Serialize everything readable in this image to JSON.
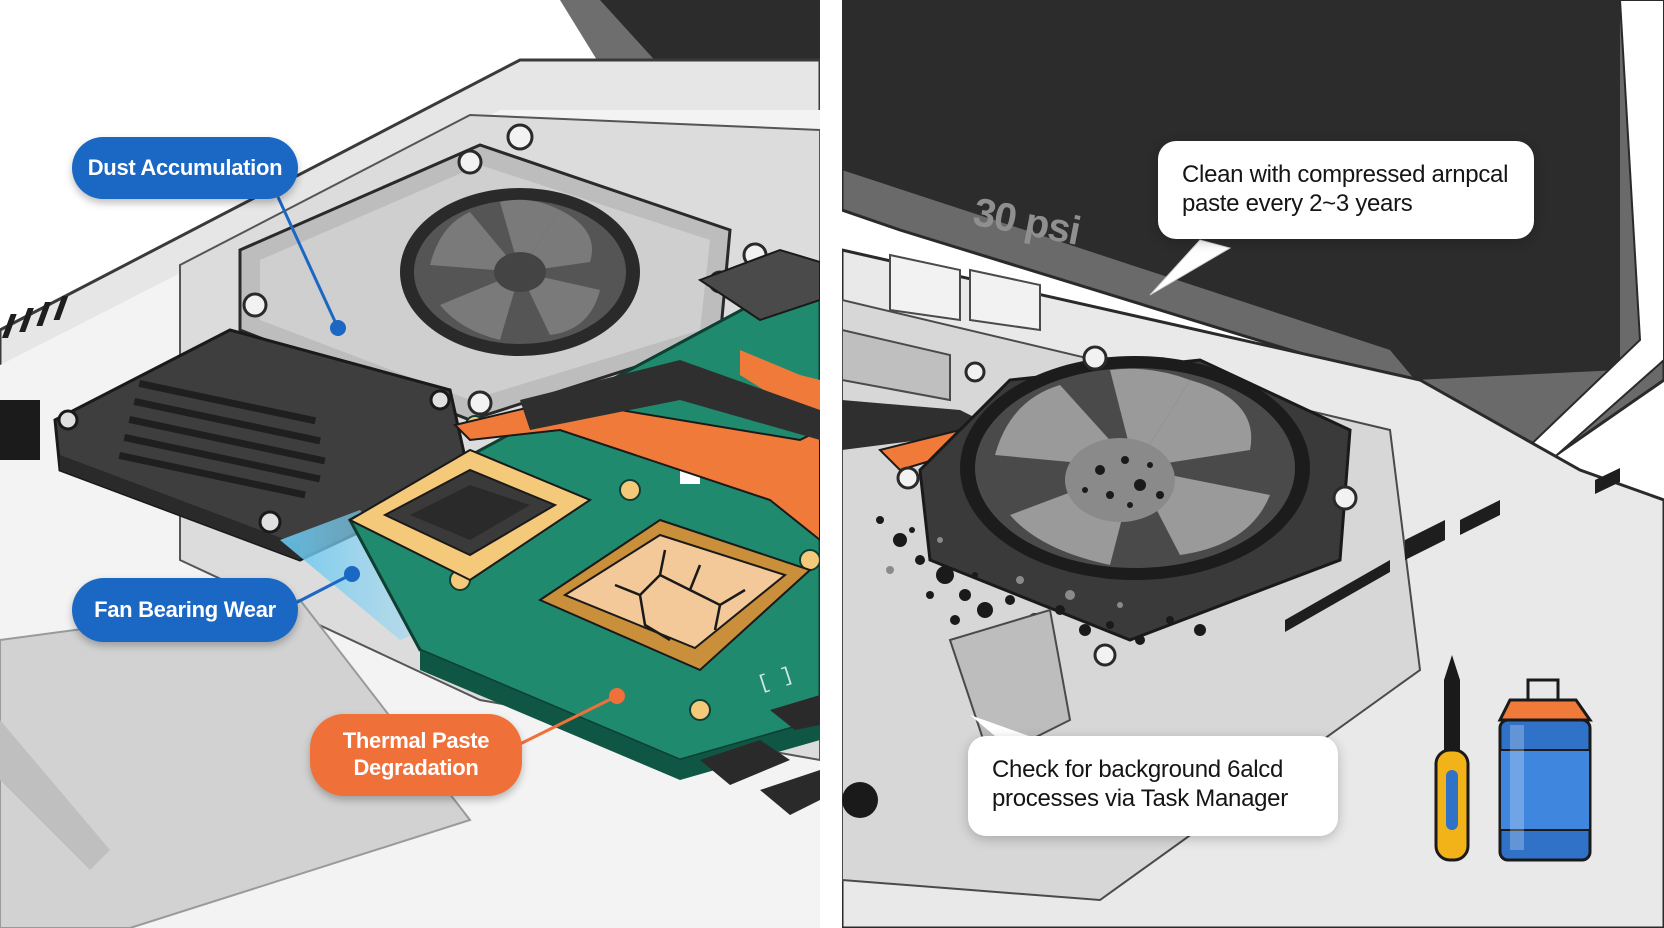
{
  "callouts": {
    "dust": "Dust Accumulation",
    "fan_bearing": "Fan Bearing Wear",
    "thermal_paste_line1": "Thermal Paste",
    "thermal_paste_line2": "Degradation"
  },
  "tips": {
    "clean_line1": "Clean with compressed arnpcal",
    "clean_line2": "paste every 2~3 years",
    "check_line1": "Check for background  6alcd",
    "check_line2": "processes via Task Manager"
  },
  "pressure_label": "30 psi",
  "colors": {
    "callout_blue": "#1a67c4",
    "callout_orange": "#f0703a",
    "pcb_green": "#1f8a6e",
    "heatpipe_orange": "#f07a3a",
    "chip_paste": "#f3c99a",
    "screen_dark": "#2c2c2c",
    "can_blue": "#2f72c8",
    "screwdriver_yellow": "#f2b319"
  },
  "icons": [
    "screwdriver-icon",
    "compressed-air-can-icon"
  ]
}
